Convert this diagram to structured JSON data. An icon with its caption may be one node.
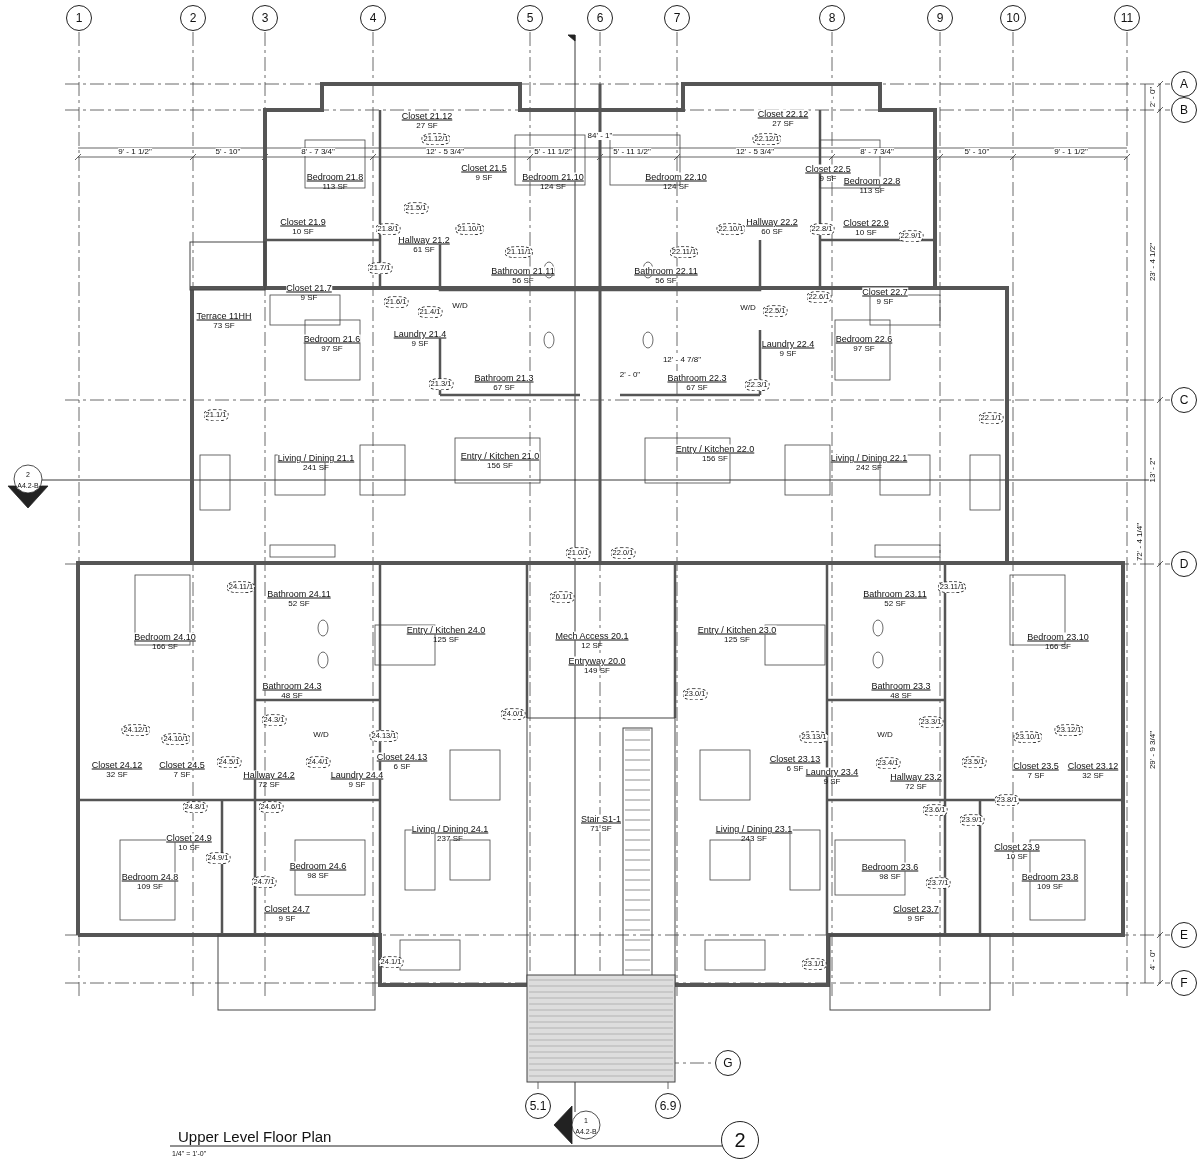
{
  "diagram": {
    "title": "Upper Level Floor Plan",
    "caption": "1/4\" = 1'-0\"",
    "nodes": [
      {
        "text": [
          "1"
        ]
      },
      {
        "text": [
          "2"
        ]
      },
      {
        "text": [
          "3"
        ]
      },
      {
        "text": [
          "4"
        ]
      },
      {
        "text": [
          "5"
        ]
      },
      {
        "text": [
          "6"
        ]
      },
      {
        "text": [
          "7"
        ]
      },
      {
        "text": [
          "8"
        ]
      },
      {
        "text": [
          "9"
        ]
      },
      {
        "text": [
          "10"
        ]
      },
      {
        "text": [
          "11"
        ]
      },
      {
        "text": [
          "A"
        ]
      },
      {
        "text": [
          "B"
        ]
      },
      {
        "text": [
          "C"
        ]
      },
      {
        "text": [
          "D"
        ]
      },
      {
        "text": [
          "E"
        ]
      },
      {
        "text": [
          "F"
        ]
      },
      {
        "text": [
          "G"
        ]
      },
      {
        "text": [
          "5.1"
        ]
      },
      {
        "text": [
          "6.9"
        ]
      },
      {
        "text": [
          "2"
        ]
      }
    ],
    "edges": [],
    "labels": [
      "9' - 1 1/2\"",
      "5' - 10\"",
      "8' - 7 3/4\"",
      "12' - 5 3/4\"",
      "5' - 11 1/2\"",
      "84' - 1\"",
      "5' - 11 1/2\"",
      "12' - 5 3/4\"",
      "8' - 7 3/4\"",
      "5' - 10\"",
      "9' - 1 1/2\"",
      "2' - 0\"",
      "23' - 4 1/2\"",
      "13' - 2\"",
      "72' - 4 1/4\"",
      "29' - 9 3/4\"",
      "4' - 0\"",
      "Closet 21.12",
      "27 SF",
      "21.12/1",
      "Bedroom 21.8",
      "113 SF",
      "Closet 21.5",
      "9 SF",
      "Bedroom 21.10",
      "124 SF",
      "21.5/1",
      "21.8/1",
      "21.10/1",
      "Closet 21.9",
      "10 SF",
      "Hallway 21.2",
      "61 SF",
      "21.11/1",
      "21.7/1",
      "Closet 21.7",
      "9 SF",
      "21.6/1",
      "Bathroom 21.11",
      "56 SF",
      "W/D",
      "21.4/1",
      "Terrace 11HH",
      "73 SF",
      "Laundry 21.4",
      "9 SF",
      "Bedroom 21.6",
      "97 SF",
      "Bathroom 21.3",
      "67 SF",
      "21.3/1",
      "21.1/1",
      "Living / Dining 21.1",
      "241 SF",
      "Entry / Kitchen 21.0",
      "156 SF",
      "Closet 22.12",
      "27 SF",
      "22.12/1",
      "Bedroom 22.10",
      "124 SF",
      "Closet 22.5",
      "9 SF",
      "Bedroom 22.8",
      "113 SF",
      "22.10/1",
      "Hallway 22.2",
      "60 SF",
      "22.8/1",
      "Closet 22.9",
      "10 SF",
      "22.9/1",
      "22.11/1",
      "Bathroom 22.11",
      "56 SF",
      "Closet 22.7",
      "9 SF",
      "22.6/1",
      "W/D",
      "22.5/1",
      "Laundry 22.4",
      "9 SF",
      "Bedroom 22.6",
      "97 SF",
      "12' - 4 7/8\"",
      "2' - 0\"",
      "Bathroom 22.3",
      "67 SF",
      "22.3/1",
      "22.1/1",
      "Entry / Kitchen 22.0",
      "156 SF",
      "Living / Dining 22.1",
      "242 SF",
      "21.0/1",
      "22.0/1",
      "2",
      "A4.2-B",
      "24.11/1",
      "Bathroom 24.11",
      "52 SF",
      "20.1/1",
      "Bedroom 24.10",
      "166 SF",
      "Entry / Kitchen 24.0",
      "125 SF",
      "Mech Access 20.1",
      "12 SF",
      "Entryway 20.0",
      "149 SF",
      "Bathroom 24.3",
      "48 SF",
      "24.0/1",
      "24.12/1",
      "24.10/1",
      "24.3/1",
      "W/D",
      "24.13/1",
      "Closet 24.12",
      "32 SF",
      "Closet 24.5",
      "7 SF",
      "24.5/1",
      "24.4/1",
      "Closet 24.13",
      "6 SF",
      "Hallway 24.2",
      "72 SF",
      "Laundry 24.4",
      "9 SF",
      "24.8/1",
      "24.6/1",
      "Closet 24.9",
      "10 SF",
      "24.9/1",
      "Stair S1-1",
      "71 SF",
      "Living / Dining 24.1",
      "237 SF",
      "Bedroom 24.6",
      "98 SF",
      "Bedroom 24.8",
      "109 SF",
      "24.7/1",
      "Closet 24.7",
      "9 SF",
      "24.1/1",
      "23.11/1",
      "Bathroom 23.11",
      "52 SF",
      "Entry / Kitchen 23.0",
      "125 SF",
      "Bedroom 23.10",
      "166 SF",
      "23.0/1",
      "Bathroom 23.3",
      "48 SF",
      "23.3/1",
      "23.13/1",
      "W/D",
      "23.10/1",
      "23.12/1",
      "Closet 23.13",
      "6 SF",
      "Laundry 23.4",
      "9 SF",
      "23.4/1",
      "23.5/1",
      "Closet 23.5",
      "7 SF",
      "Closet 23.12",
      "32 SF",
      "Hallway 23.2",
      "72 SF",
      "23.6/1",
      "23.8/1",
      "23.9/1",
      "Closet 23.9",
      "10 SF",
      "Living / Dining 23.1",
      "243 SF",
      "Bedroom 23.6",
      "98 SF",
      "23.7/1",
      "Bedroom 23.8",
      "109 SF",
      "Closet 23.7",
      "9 SF",
      "23.1/1",
      "1",
      "A4.2-B"
    ]
  }
}
